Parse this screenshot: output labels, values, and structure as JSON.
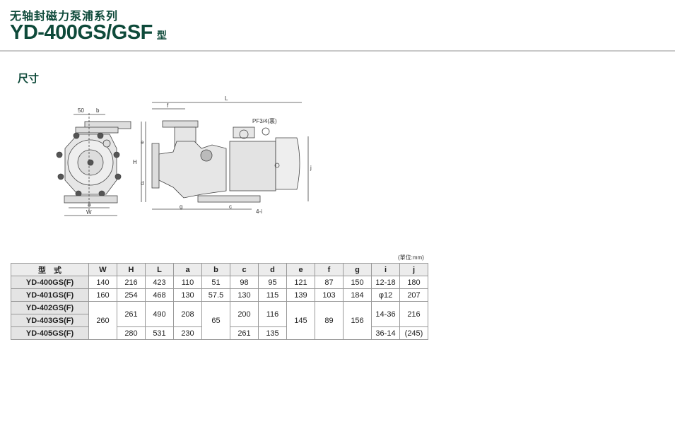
{
  "header": {
    "series": "无轴封磁力泵浦系列",
    "model": "YD-400GS/GSF",
    "model_suffix": "型",
    "section": "尺寸"
  },
  "drawing": {
    "labels": {
      "d50": "50",
      "b": "b",
      "a": "a",
      "W": "W",
      "L": "L",
      "f": "f",
      "e": "e",
      "H": "H",
      "d": "d",
      "g": "g",
      "c": "c",
      "i": "4-i",
      "j": "j",
      "port": "PF3/4(裏)"
    }
  },
  "table": {
    "unit": "(單位:mm)",
    "headers": [
      "型　式",
      "W",
      "H",
      "L",
      "a",
      "b",
      "c",
      "d",
      "e",
      "f",
      "g",
      "i",
      "j"
    ],
    "rows": [
      {
        "model": "YD-400GS(F)",
        "W": "140",
        "H": "216",
        "L": "423",
        "a": "110",
        "b": "51",
        "c": "98",
        "d": "95",
        "e": "121",
        "f": "87",
        "g": "150",
        "i": "12-18",
        "j": "180"
      },
      {
        "model": "YD-401GS(F)",
        "W": "160",
        "H": "254",
        "L": "468",
        "a": "130",
        "b": "57.5",
        "c": "130",
        "d": "115",
        "e": "139",
        "f": "103",
        "g": "184",
        "i": "φ12",
        "j": "207"
      },
      {
        "model": "YD-402GS(F)",
        "W": "260",
        "H": "261",
        "L": "490",
        "a": "208",
        "b": "65",
        "c": "200",
        "d": "116",
        "e": "145",
        "f": "89",
        "g": "156",
        "i": "14-36",
        "j": "216"
      },
      {
        "model": "YD-403GS(F)"
      },
      {
        "model": "YD-405GS(F)",
        "H": "280",
        "L": "531",
        "a": "230",
        "c": "261",
        "d": "135",
        "i": "36-14",
        "j": "(245)"
      }
    ]
  }
}
